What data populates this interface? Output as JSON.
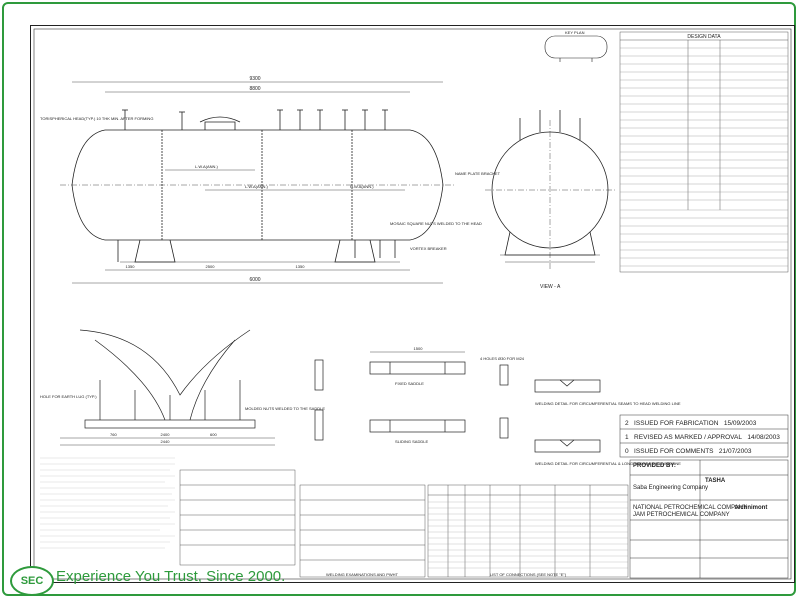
{
  "key_plan_label": "KEY PLAN",
  "design_data_title": "DESIGN DATA",
  "dim_overall": "9300",
  "dim_inner": "8800",
  "dim_base": "6000",
  "dim_saddle_span": "2500",
  "dim_left_end": "1350",
  "dim_right_end": "1350",
  "dim_diameter": "2600",
  "dim_saddle_a": "2400",
  "dim_saddle_b": "600",
  "dim_saddle_c": "760",
  "dim_saddle_d": "2440",
  "dim_saddle_height": "1500",
  "note_head": "TORISPHERICAL HEAD(TYP.) 10 THK MIN. AFTER FORMING",
  "note_nameplate": "NAME PLATE BRACKET",
  "note_vortex": "VORTEX BREAKER",
  "note_mosaic": "MOSAIC SQUARE NUTS WELDED TO THE HEAD",
  "note_hole": "HOLE FOR EARTH LUG (TYP.)",
  "note_molded": "MOLDED NUTS WELDED TO THE SADDLE",
  "note_holes_saddle": "4 HOLES Ø30 FOR M24",
  "view_label": "VIEW - A",
  "fixed_saddle": "FIXED SADDLE",
  "sliding_saddle": "SLIDING SADDLE",
  "weld_detail_1": "WELDING DETAIL FOR CIRCUMFERENTIAL SEAMS TO HEAD WELDING LINE",
  "weld_detail_2": "WELDING DETAIL FOR CIRCUMFERENTIAL & LONGITUDINAL WELDING LINE",
  "level_labels": [
    "L.W.A(ANN.)",
    "L.W.A(ANN.)",
    "H.W.A(ANN.)"
  ],
  "revisions": [
    {
      "rev": "2",
      "desc": "ISSUED FOR FABRICATION",
      "date": "15/09/2003"
    },
    {
      "rev": "1",
      "desc": "REVISED AS MARKED / APPROVAL",
      "date": "14/08/2003"
    },
    {
      "rev": "0",
      "desc": "ISSUED FOR COMMENTS",
      "date": "21/07/2003"
    }
  ],
  "provided_by": "PROVIDED BY:",
  "company_sec": "Saba Engineering Company",
  "client_name": "NATIONAL PETROCHEMICAL COMPANY",
  "client_sub": "JAM PETROCHEMICAL COMPANY",
  "vendor_tasha": "TASHA",
  "vendor_tech": "technimont",
  "nozzle_table_title": "LIST OF CONNECTIONS (SEE NOTE \"E\")",
  "weld_exam_title": "WELDING EXAMINATIONS AND PWHT",
  "tagline": "Experience You Trust, Since 2000.",
  "logo_text": "SEC"
}
